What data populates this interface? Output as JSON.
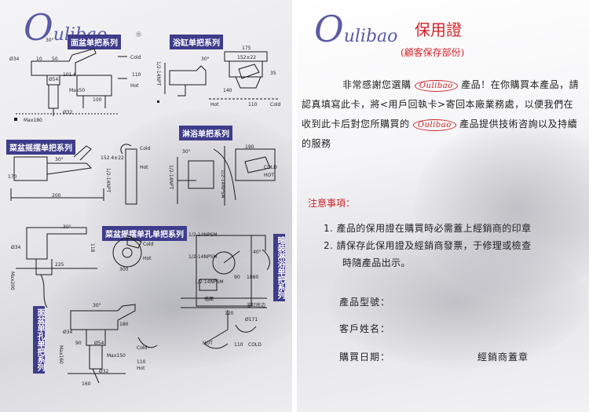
{
  "brand": {
    "logo_letter": "O",
    "logo_rest": "ulibao",
    "registered": "®",
    "badge_text": "Oulibao"
  },
  "left": {
    "series": {
      "basin_single": "面盆单把系列",
      "bathtub_single": "浴缸单把系列",
      "shower_single": "淋浴单把系列",
      "vegetable_swing": "菜盆摇摆单把系列",
      "vegetable_swing_hole": "菜盆摇摆单孔单把系列",
      "concealed_shower": "暗装淋浴单把系列",
      "basin_single_hole": "面盆单孔单把系列"
    },
    "dims": {
      "d30": "30°",
      "d34": "Ø34",
      "d50": "50",
      "d10": "10",
      "cold": "Cold",
      "hot": "Hot",
      "d101": "101.6",
      "d110": "110",
      "d54": "Ø54",
      "max50": "Max50",
      "d100": "100",
      "d32": "Ø32",
      "max180": "Max180",
      "npt": "1/2-14NPT",
      "d175": "175",
      "d152": "152±22",
      "d35": "35",
      "d140": "140",
      "d170": "170",
      "d200": "200",
      "d152b": "152.4±22",
      "npsm": "1/2-14NPSM",
      "d190": "190",
      "cold_r": "COLD",
      "hot_r": "HOT",
      "d118": "118",
      "d225": "225",
      "max200": "Max200",
      "d300": "300",
      "d40": "40°",
      "d90": "90",
      "d1880": "1880",
      "d120": "120",
      "d171": "Ø171",
      "d180": "180",
      "d150": "150",
      "max150": "Max150",
      "max160": "Max160",
      "cold_b": "COLD",
      "hot_b": "HOT",
      "wall": "墙面",
      "shower_base": "浴缸底边",
      "d160": "160"
    }
  },
  "right": {
    "title": "保用證",
    "subtitle": "(顧客保存部份)",
    "paragraph": {
      "p1": "非常感謝您選購",
      "p2": "產品！在你購買本產品，請認真填寫此卡，將<用戶回執卡>寄回本廠業務處，以便我們在收到此卡后對您所購買的",
      "p3": "產品提供技術咨詢以及持續的服務"
    },
    "notice_title": "注意事項：",
    "notice_items": [
      "1. 產品的保用證在購買時必需蓋上經銷商的印章",
      "2. 請保存此保用證及經銷商發票，于修理或檢查",
      "時隨產品出示。"
    ],
    "fields": {
      "model": "產品型號：",
      "customer": "客戶姓名：",
      "date": "購買日期：",
      "stamp": "經銷商蓋章"
    }
  },
  "colors": {
    "label_bg": "#3f3c8a",
    "title_red": "#d4232a",
    "logo": "#5a5aa6"
  }
}
